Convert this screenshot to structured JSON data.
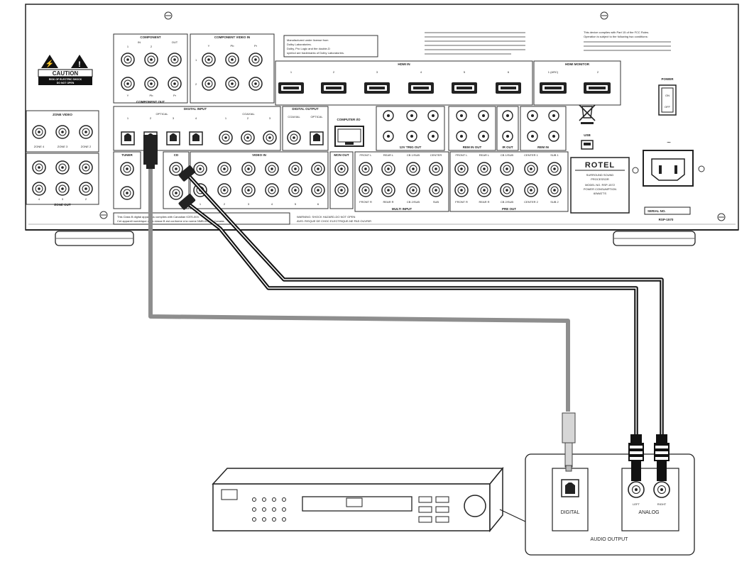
{
  "caution": {
    "title": "CAUTION",
    "line1": "RISK OF ELECTRIC SHOCK",
    "line2": "DO NOT OPEN"
  },
  "zone_video": {
    "label": "ZONE VIDEO",
    "jacks": [
      "ZONE 4",
      "ZONE 3",
      "ZONE 2"
    ]
  },
  "zone_out": {
    "label": "ZONE OUT",
    "jacks": [
      "4",
      "3",
      "2"
    ]
  },
  "component_in_small": {
    "label": "COMPONENT",
    "sub": [
      "IN",
      "OUT"
    ],
    "nums": [
      "1",
      "2"
    ],
    "chan": [
      "Y",
      "Pb",
      "Pr"
    ]
  },
  "component_video_in": {
    "label": "COMPONENT VIDEO IN",
    "chan": [
      "Y",
      "Pb",
      "Pr"
    ],
    "rows": [
      "1",
      "2"
    ]
  },
  "component_out": {
    "label": "COMPONENT OUT"
  },
  "license_note": {
    "l1": "Manufactured under license from",
    "l2": "Dolby Laboratories.",
    "l3": "Dolby, Pro Logic and the double-D",
    "l4": "symbol are trademarks of Dolby Laboratories."
  },
  "hdmi_in": {
    "label": "HDMI IN",
    "ports": [
      "1",
      "2",
      "3",
      "4",
      "5",
      "6"
    ]
  },
  "hdmi_monitor": {
    "label": "HDMI MONITOR",
    "ports": [
      "1 (ARC)",
      "2"
    ]
  },
  "fcc_note": {
    "l1": "This device complies with Part 15 of the FCC Rules.",
    "l2": "Operation is subject to the following two conditions:"
  },
  "power": {
    "label": "POWER",
    "on": "ON",
    "off": "OFF"
  },
  "digital_input": {
    "label": "DIGITAL INPUT",
    "optical": "OPTICAL",
    "optical_nums": [
      "1",
      "2",
      "3",
      "4"
    ],
    "coaxial": "COAXIAL",
    "coax_nums": [
      "1",
      "2",
      "3"
    ]
  },
  "digital_output": {
    "label": "DIGITAL OUTPUT",
    "coaxial": "COAXIAL",
    "optical": "OPTICAL"
  },
  "computer_io": {
    "label": "COMPUTER I/O"
  },
  "trigger": {
    "label": "12V TRIG OUT"
  },
  "rem_in_out": {
    "label": "REM IN OUT"
  },
  "ir_out": {
    "label": "IR OUT"
  },
  "rem_in": {
    "label": "REM IN"
  },
  "usb": {
    "label": "USB"
  },
  "tuner": {
    "label": "TUNER"
  },
  "cd": {
    "label": "CD"
  },
  "video_in": {
    "label": "VIDEO IN",
    "nums": [
      "1",
      "2",
      "3",
      "4",
      "5",
      "6"
    ]
  },
  "mon_out": {
    "label": "MON OUT"
  },
  "multi_input": {
    "label": "MULTI INPUT",
    "top": [
      "FRONT L",
      "REAR L",
      "CB 1/SUB",
      "CENTER"
    ],
    "bottom": [
      "FRONT R",
      "REAR R",
      "CB 2/SUB",
      "SUB"
    ]
  },
  "pre_out": {
    "label": "PRE OUT",
    "top": [
      "FRONT L",
      "REAR L",
      "CB 1/SUB",
      "CENTER 1",
      "SUB 1"
    ],
    "bottom": [
      "FRONT R",
      "REAR R",
      "CB 2/SUB",
      "CENTER 2",
      "SUB 2"
    ]
  },
  "rotel": {
    "brand": "ROTEL",
    "l1": "SURROUND SOUND",
    "l2": "PROCESSOR",
    "l3": "MODEL NO. RSP-1572",
    "l4": "POWER CONSUMPTION",
    "l5": "60WATTS"
  },
  "serial": {
    "label": "SERIAL NO.",
    "model": "RSP-1570"
  },
  "class_b": {
    "l1": "This Class B digital apparatus complies with Canadian ICES-003.",
    "l2": "Cet appareil numérique de la classe B est conforme à la norme NMB-003 du Canada."
  },
  "warning": {
    "l1": "WARNING: SHOCK HAZARD-DO NOT OPEN",
    "l2": "AVIS: RISQUE DE CHOC ELECTRIQUE-NE PAS OUVRIR"
  },
  "source": {
    "digital": "DIGITAL",
    "analog": "ANALOG",
    "left": "LEFT",
    "right": "RIGHT",
    "audio_output": "AUDIO OUTPUT"
  }
}
